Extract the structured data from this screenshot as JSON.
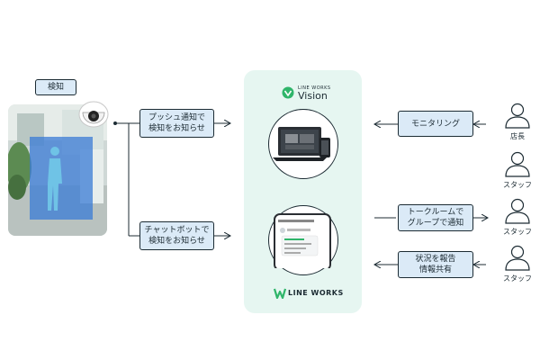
{
  "detection_label": "検知",
  "left_boxes": {
    "push": "プッシュ通知で\n検知をお知らせ",
    "chatbot": "チャットボットで\n検知をお知らせ"
  },
  "right_boxes": {
    "monitoring": "モニタリング",
    "talkroom": "トークルームで\nグループで通知",
    "report": "状況を報告\n情報共有"
  },
  "vision_logo": {
    "brand": "LINE WORKS",
    "product": "Vision"
  },
  "lineworks_logo": "LINE WORKS",
  "people": [
    "店長",
    "スタッフ",
    "スタッフ",
    "スタッフ"
  ],
  "colors": {
    "panel": "#e6f6f1",
    "tag": "#dbeaf7",
    "detect": "#3a7bd5",
    "brand_green": "#2fb56a"
  }
}
